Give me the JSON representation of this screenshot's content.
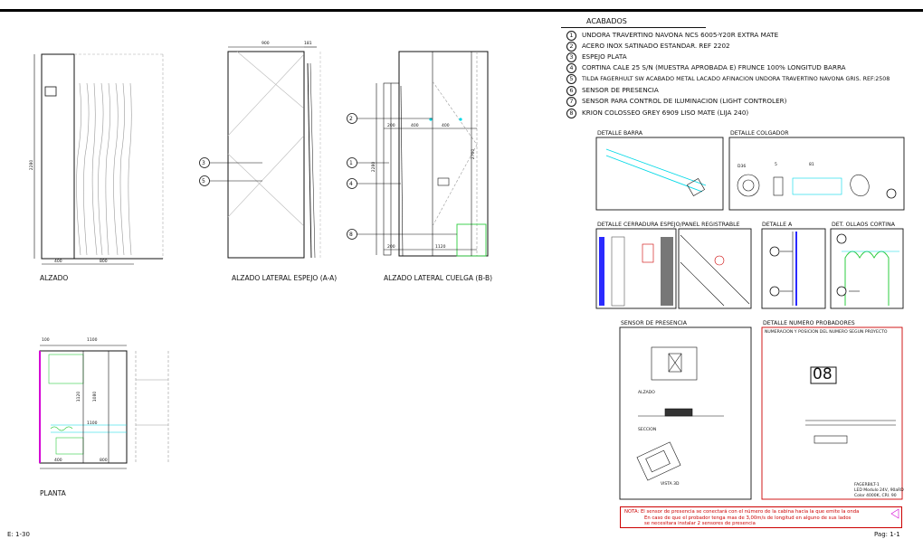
{
  "views": {
    "alzado": "ALZADO",
    "espejo": "ALZADO LATERAL ESPEJO (A-A)",
    "cuelga": "ALZADO LATERAL CUELGA (B-B)",
    "planta": "PLANTA"
  },
  "dims": {
    "d900": "900",
    "d181": "181",
    "d2280": "2280",
    "d2280b": "2280",
    "d2700": "2700",
    "d400": "400",
    "d800": "800",
    "d200": "200",
    "d400b": "400",
    "d400c": "400",
    "d200b": "200",
    "d1120": "1120",
    "d100": "100",
    "d1100": "1100",
    "d1120b": "1120",
    "d1080": "1080",
    "d1100b": "1100",
    "d400p": "400",
    "d800p": "800"
  },
  "callouts": {
    "c1": "1",
    "c2": "2",
    "c3": "3",
    "c4": "4",
    "c5": "5",
    "c8": "8"
  },
  "acabados": {
    "title": "ACABADOS",
    "items": [
      {
        "n": "1",
        "text": "UNDORA TRAVERTINO NAVONA NCS 6005-Y20R EXTRA MATE"
      },
      {
        "n": "2",
        "text": "ACERO INOX SATINADO ESTANDAR. REF 2202"
      },
      {
        "n": "3",
        "text": "ESPEJO PLATA"
      },
      {
        "n": "4",
        "text": "CORTINA CALE 25 S/N (MUESTRA APROBADA E) FRUNCE 100% LONGITUD BARRA"
      },
      {
        "n": "5",
        "text": "TILDA FAGERHULT SW ACABADO METAL LACADO AFINACION UNDORA TRAVERTINO NAVONA GRIS. REF:2508"
      },
      {
        "n": "6",
        "text": "SENSOR DE PRESENCIA"
      },
      {
        "n": "7",
        "text": "SENSOR PARA CONTROL DE ILUMINACION (LIGHT CONTROLER)"
      },
      {
        "n": "8",
        "text": "KRION COLOSSEO GREY 6909 LISO MATE (LIJA 240)"
      }
    ]
  },
  "details": {
    "barra": "DETALLE BARRA",
    "colgador": "DETALLE COLGADOR",
    "cerradura": "DETALLE CERRADURA ESPEJO/PANEL REGISTRABLE",
    "detA": "DETALLE A",
    "ollaos": "DET. OLLAOS CORTINA",
    "sensor": "SENSOR DE PRESENCIA",
    "numero": "DETALLE NUMERO PROBADORES",
    "numero_sub": "NUMERACION Y POSICION DEL NUMERO SEGUN PROYECTO",
    "alzado": "ALZADO",
    "seccion": "SECCION",
    "vista3d": "VISTA 3D",
    "num_sample": "08",
    "col_d36": "D36",
    "col_81": "81",
    "col_5": "5",
    "fagerbilt": "FAGERBILT-1",
    "led": "LED Modulo 24V, 90aRD",
    "color": "Color 4000K, CRI. 90"
  },
  "note": {
    "line1": "NOTA: El sensor de presencia se conectará con el número de la cabina hacia la que emite la onda",
    "line2": "En caso de que el probador tenga mas de 3,00m/s de longitud en alguno de sus lados",
    "line3": "se necesitara instalar 2 sensores de presencia"
  },
  "footer": {
    "scale": "E: 1-30",
    "page": "Pag: 1-1"
  },
  "colors": {
    "cyan": "#00d8e6",
    "green": "#2ecc40",
    "magenta": "#d400d4",
    "red": "#cc0000",
    "blue": "#2a2aff"
  }
}
